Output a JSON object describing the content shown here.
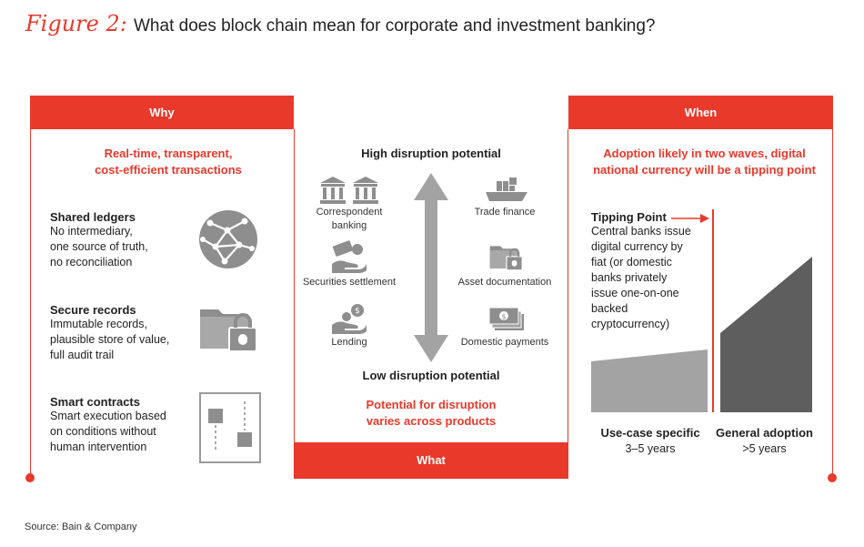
{
  "figure_label": "Figure 2:",
  "title": "What does block chain mean for corporate and investment banking?",
  "why": {
    "header": "Why",
    "headline_1": "Real-time, transparent,",
    "headline_2": "cost-efficient transactions",
    "features": [
      {
        "title": "Shared ledgers",
        "lines": [
          "No intermediary,",
          "one source of truth,",
          "no reconciliation"
        ],
        "icon": "globe-network-icon"
      },
      {
        "title": "Secure records",
        "lines": [
          "Immutable records,",
          "plausible store of value,",
          "full audit trail"
        ],
        "icon": "folder-lock-icon"
      },
      {
        "title": "Smart contracts",
        "lines": [
          "Smart execution based",
          "on conditions without",
          "human intervention"
        ],
        "icon": "flowchart-icon"
      }
    ]
  },
  "what": {
    "footer": "What",
    "high_label": "High disruption potential",
    "low_label": "Low disruption potential",
    "note_1": "Potential for disruption",
    "note_2": "varies across products",
    "products": [
      {
        "label_1": "Correspondent",
        "label_2": "banking",
        "icon": "bank-buildings-icon"
      },
      {
        "label_1": "Trade finance",
        "label_2": "",
        "icon": "cargo-ship-icon"
      },
      {
        "label_1": "Securities settlement",
        "label_2": "",
        "icon": "hand-money-icon"
      },
      {
        "label_1": "Asset documentation",
        "label_2": "",
        "icon": "folder-lock-icon"
      },
      {
        "label_1": "Lending",
        "label_2": "",
        "icon": "hand-coins-icon"
      },
      {
        "label_1": "Domestic payments",
        "label_2": "",
        "icon": "banknotes-icon"
      }
    ]
  },
  "when": {
    "header": "When",
    "headline_1": "Adoption likely in two waves, digital",
    "headline_2": "national currency will be a tipping point",
    "tipping_title": "Tipping Point",
    "tipping_lines": [
      "Central banks issue",
      "digital currency by",
      "fiat (or domestic",
      "banks privately",
      "issue one-on-one",
      "backed",
      "cryptocurrency)"
    ],
    "phases": [
      {
        "title": "Use-case specific",
        "range": "3–5 years"
      },
      {
        "title": "General adoption",
        "range": ">5 years"
      }
    ]
  },
  "source": "Source: Bain & Company",
  "colors": {
    "accent": "#e8392b",
    "gray_light": "#a3a3a3",
    "gray_dark": "#5e5e5e"
  }
}
